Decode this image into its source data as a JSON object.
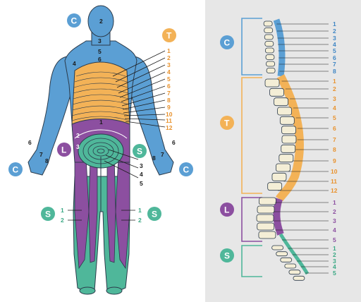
{
  "colors": {
    "cervical": "#5b9fd4",
    "thoracic": "#f3b257",
    "lumbar": "#8c4fa0",
    "sacral": "#4fb79a",
    "right_panel_bg": "#e7e7e7",
    "outline": "#2b3a4a"
  },
  "badges": {
    "cervical": "C",
    "thoracic": "T",
    "lumbar": "L",
    "sacral": "S"
  },
  "body": {
    "head": "2",
    "neck": "3",
    "shoulder_left": "4",
    "shoulder_mid_top": "5",
    "shoulder_mid_bottom": "6",
    "thoracic_labels": [
      "1",
      "2",
      "3",
      "4",
      "5",
      "6",
      "7",
      "8",
      "9",
      "10",
      "11",
      "12"
    ],
    "lumbar_labels": [
      "1",
      "2",
      "3"
    ],
    "lumbar_right_labels": [
      "3",
      "4",
      "5"
    ],
    "hand_left": [
      "6",
      "7",
      "8"
    ],
    "hand_right": [
      "6",
      "7",
      "8"
    ],
    "sacral_left": [
      "1",
      "2"
    ],
    "sacral_right": [
      "1",
      "2"
    ]
  },
  "spine": {
    "cervical": [
      "1",
      "2",
      "3",
      "4",
      "5",
      "6",
      "7",
      "8"
    ],
    "thoracic": [
      "1",
      "2",
      "3",
      "4",
      "5",
      "6",
      "7",
      "8",
      "9",
      "10",
      "11",
      "12"
    ],
    "lumbar": [
      "1",
      "2",
      "3",
      "4",
      "5"
    ],
    "sacral": [
      "1",
      "2",
      "3",
      "4",
      "5"
    ]
  }
}
